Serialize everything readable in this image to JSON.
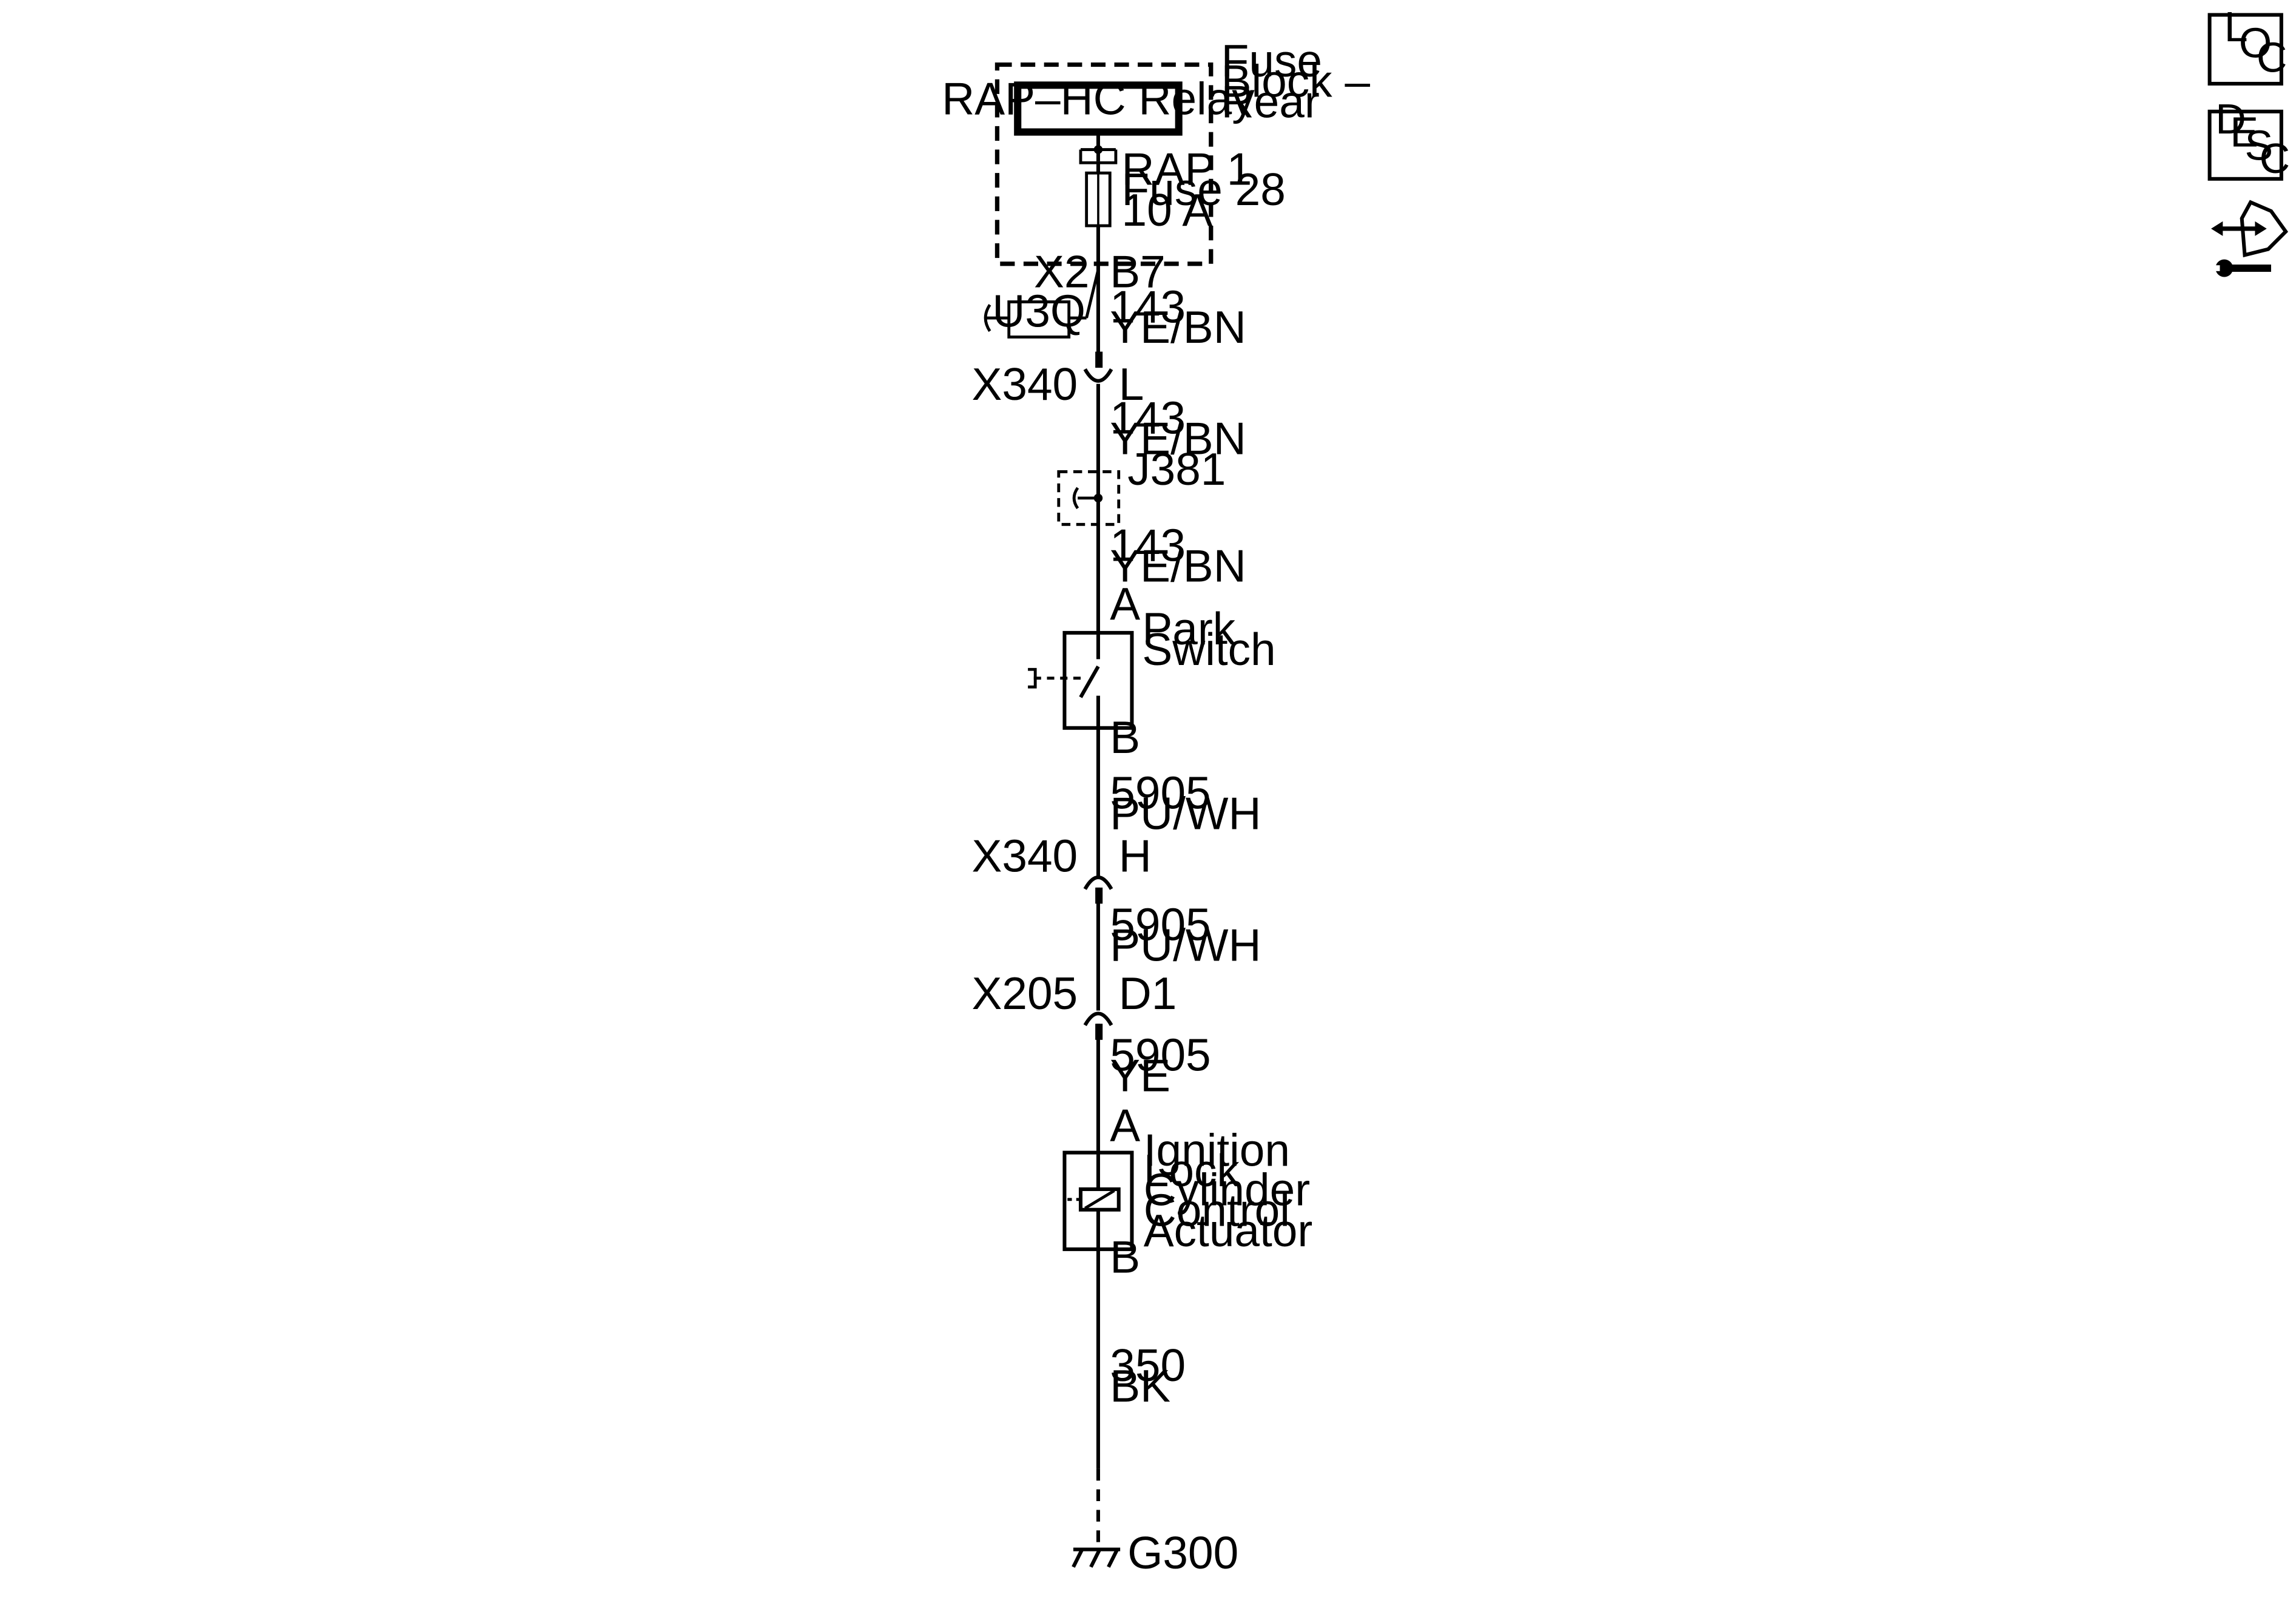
{
  "fuse_block": {
    "label_lines": [
      "Fuse",
      "Block –",
      "Rear"
    ],
    "relay_label": "RAP–HC Relay",
    "fuse_lines": [
      "RAP 1",
      "Fuse 28",
      "10 A"
    ]
  },
  "connector_x2": {
    "name": "X2",
    "pin": "B7"
  },
  "option_u3q": "U3Q",
  "wires": {
    "w1": [
      "143",
      "YE/BN"
    ],
    "w2": [
      "143",
      "YE/BN"
    ],
    "w3": [
      "143",
      "YE/BN"
    ],
    "w4": [
      "5905",
      "PU/WH"
    ],
    "w5": [
      "5905",
      "PU/WH"
    ],
    "w6": [
      "5905",
      "YE"
    ],
    "w7": [
      "350",
      "BK"
    ]
  },
  "connectors": {
    "x340_l": {
      "name": "X340",
      "pin": "L"
    },
    "x340_h": {
      "name": "X340",
      "pin": "H"
    },
    "x205_d1": {
      "name": "X205",
      "pin": "D1"
    }
  },
  "splice": "J381",
  "park_switch": {
    "pin_top": "A",
    "pin_bottom": "B",
    "label_lines": [
      "Park",
      "Switch"
    ]
  },
  "actuator": {
    "pin_top": "A",
    "pin_bottom": "B",
    "label_lines": [
      "Ignition",
      "Lock",
      "Cylinder",
      "Control",
      "Actuator"
    ]
  },
  "ground": "G300",
  "side_icons": {
    "loc": [
      "L",
      "O",
      "C"
    ],
    "desc": [
      "D",
      "E",
      "S",
      "C"
    ],
    "connector_icon": "connector-end-view-icon"
  },
  "colors": {
    "ink": "#000000",
    "background": "#ffffff"
  }
}
